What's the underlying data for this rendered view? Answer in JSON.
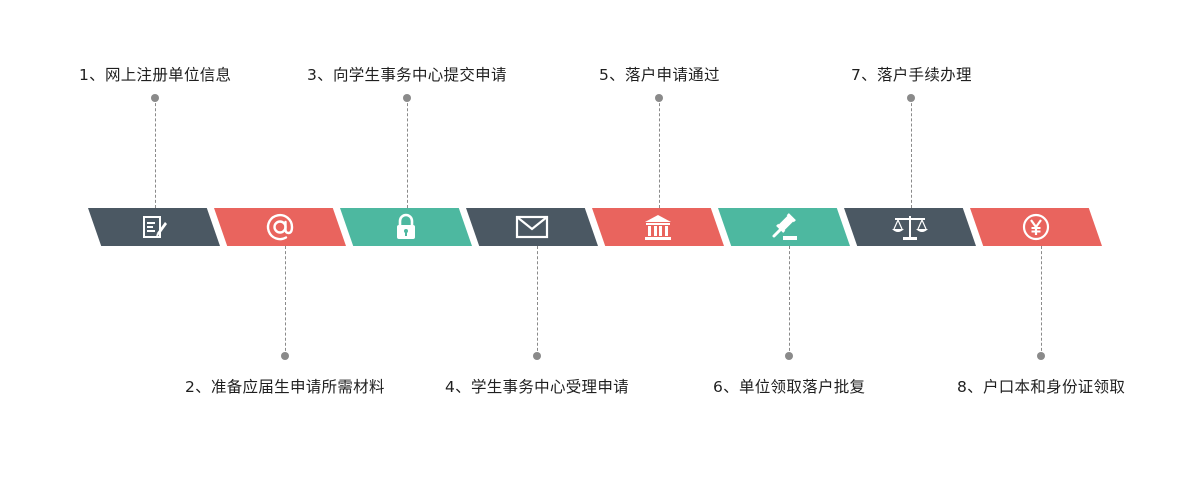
{
  "colors": {
    "slate": "#4b5863",
    "coral": "#e9645e",
    "teal": "#4db8a0",
    "icon": "#ffffff",
    "connector": "#8a8a8a",
    "text": "#1f1f1f"
  },
  "steps": [
    {
      "label": "1、网上注册单位信息",
      "icon": "form-edit-icon",
      "color": "#4b5863"
    },
    {
      "label": "2、准备应届生申请所需材料",
      "icon": "at-sign-icon",
      "color": "#e9645e"
    },
    {
      "label": "3、向学生事务中心提交申请",
      "icon": "lock-icon",
      "color": "#4db8a0"
    },
    {
      "label": "4、学生事务中心受理申请",
      "icon": "mail-icon",
      "color": "#4b5863"
    },
    {
      "label": "5、落户申请通过",
      "icon": "bank-building-icon",
      "color": "#e9645e"
    },
    {
      "label": "6、单位领取落户批复",
      "icon": "gavel-icon",
      "color": "#4db8a0"
    },
    {
      "label": "7、落户手续办理",
      "icon": "scales-icon",
      "color": "#4b5863"
    },
    {
      "label": "8、户口本和身份证领取",
      "icon": "yen-coin-icon",
      "color": "#e9645e"
    }
  ]
}
